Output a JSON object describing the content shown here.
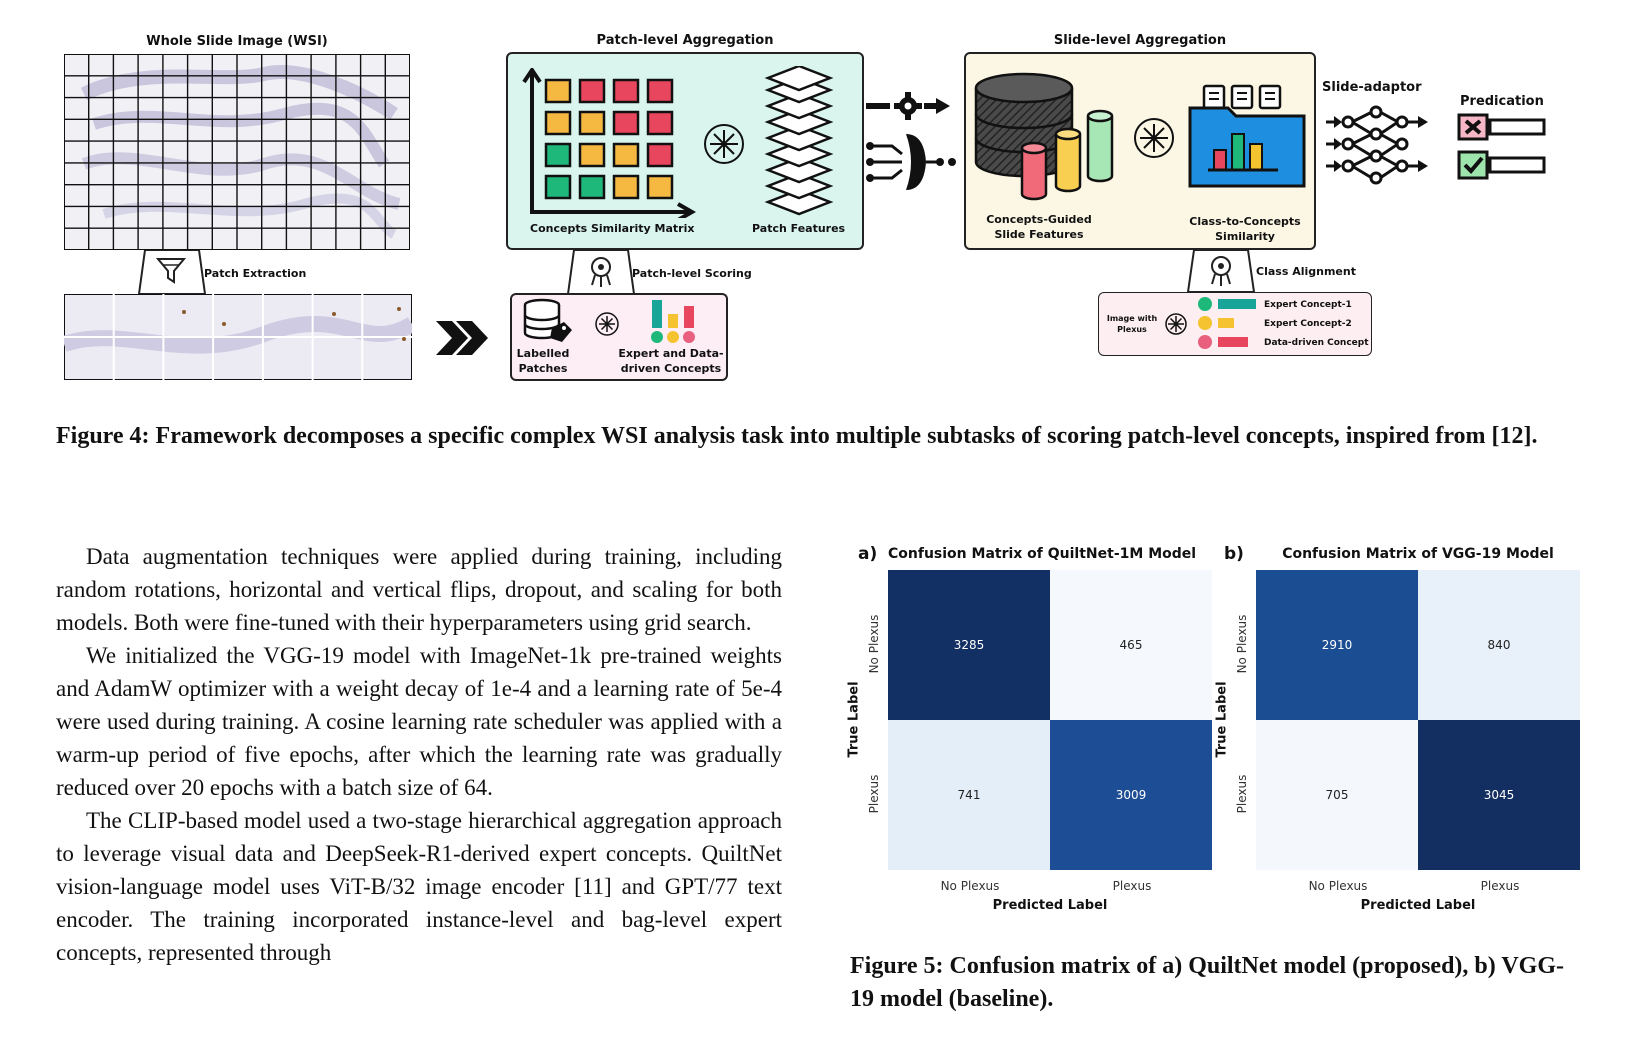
{
  "figure4": {
    "labels": {
      "wsi": "Whole Slide Image (WSI)",
      "patch_agg": "Patch-level Aggregation",
      "slide_agg": "Slide-level Aggregation",
      "concepts_matrix": "Concepts Similarity Matrix",
      "patch_features": "Patch Features",
      "concepts_guided_1": "Concepts-Guided",
      "concepts_guided_2": "Slide Features",
      "class_to_concepts_1": "Class-to-Concepts",
      "class_to_concepts_2": "Similarity",
      "slide_adaptor": "Slide-adaptor",
      "predication": "Predication",
      "patch_extraction": "Patch Extraction",
      "patch_scoring": "Patch-level Scoring",
      "class_alignment": "Class Alignment",
      "labelled_1": "Labelled",
      "labelled_2": "Patches",
      "expert_data_1": "Expert and Data-",
      "expert_data_2": "driven Concepts",
      "image_with_1": "Image with",
      "image_with_2": "Plexus",
      "expert_c1": "Expert Concept-1",
      "expert_c2": "Expert Concept-2",
      "data_driven": "Data-driven Concept"
    },
    "matrix_colors": [
      [
        "#f5b942",
        "#e8455e",
        "#e8455e",
        "#e8455e"
      ],
      [
        "#f5b942",
        "#f5b942",
        "#e8455e",
        "#e8455e"
      ],
      [
        "#1db87a",
        "#f5b942",
        "#f5b942",
        "#e8455e"
      ],
      [
        "#1db87a",
        "#1db87a",
        "#f5b942",
        "#f5b942"
      ]
    ],
    "caption": "Figure 4: Framework decomposes a specific complex WSI analysis task into multiple subtasks of scoring patch-level concepts, inspired from [12]."
  },
  "body_paragraphs": [
    "Data augmentation techniques were applied during training, including random rotations, horizontal and vertical flips, dropout, and scaling for both models. Both were fine-tuned with their hyperparameters using grid search.",
    "We initialized the VGG-19 model with ImageNet-1k pre-trained weights and AdamW optimizer with a weight decay of 1e-4 and a learning rate of 5e-4 were used during training. A cosine learning rate scheduler was applied with a warm-up period of five epochs, after which the learning rate was gradually reduced over 20 epochs with a batch size of 64.",
    "The CLIP-based model used a two-stage hierarchical aggregation approach to leverage visual data and DeepSeek-R1-derived expert concepts. QuiltNet vision-language model uses ViT-B/32 image encoder [11] and GPT/77 text encoder. The training incorporated instance-level and bag-level expert concepts, represented through"
  ],
  "chart_data": [
    {
      "type": "heatmap",
      "panel": "a)",
      "title": "Confusion Matrix of QuiltNet-1M Model",
      "xlabel": "Predicted Label",
      "ylabel": "True Label",
      "x_categories": [
        "No Plexus",
        "Plexus"
      ],
      "y_categories": [
        "No Plexus",
        "Plexus"
      ],
      "values": [
        [
          3285,
          465
        ],
        [
          741,
          3009
        ]
      ],
      "colors": [
        [
          "#123063",
          "#f5f9fe"
        ],
        [
          "#e3eef8",
          "#1d4e95"
        ]
      ],
      "text_colors": [
        [
          "#ffffff",
          "#222222"
        ],
        [
          "#222222",
          "#ffffff"
        ]
      ]
    },
    {
      "type": "heatmap",
      "panel": "b)",
      "title": "Confusion Matrix of VGG-19 Model",
      "xlabel": "Predicted Label",
      "ylabel": "True Label",
      "x_categories": [
        "No Plexus",
        "Plexus"
      ],
      "y_categories": [
        "No Plexus",
        "Plexus"
      ],
      "values": [
        [
          2910,
          840
        ],
        [
          705,
          3045
        ]
      ],
      "colors": [
        [
          "#1b4d92",
          "#e8f1fa"
        ],
        [
          "#f4f8fd",
          "#132f62"
        ]
      ],
      "text_colors": [
        [
          "#ffffff",
          "#222222"
        ],
        [
          "#222222",
          "#ffffff"
        ]
      ]
    }
  ],
  "figure5_caption": "Figure 5: Confusion matrix of a) QuiltNet model (proposed), b) VGG-19 model (baseline)."
}
